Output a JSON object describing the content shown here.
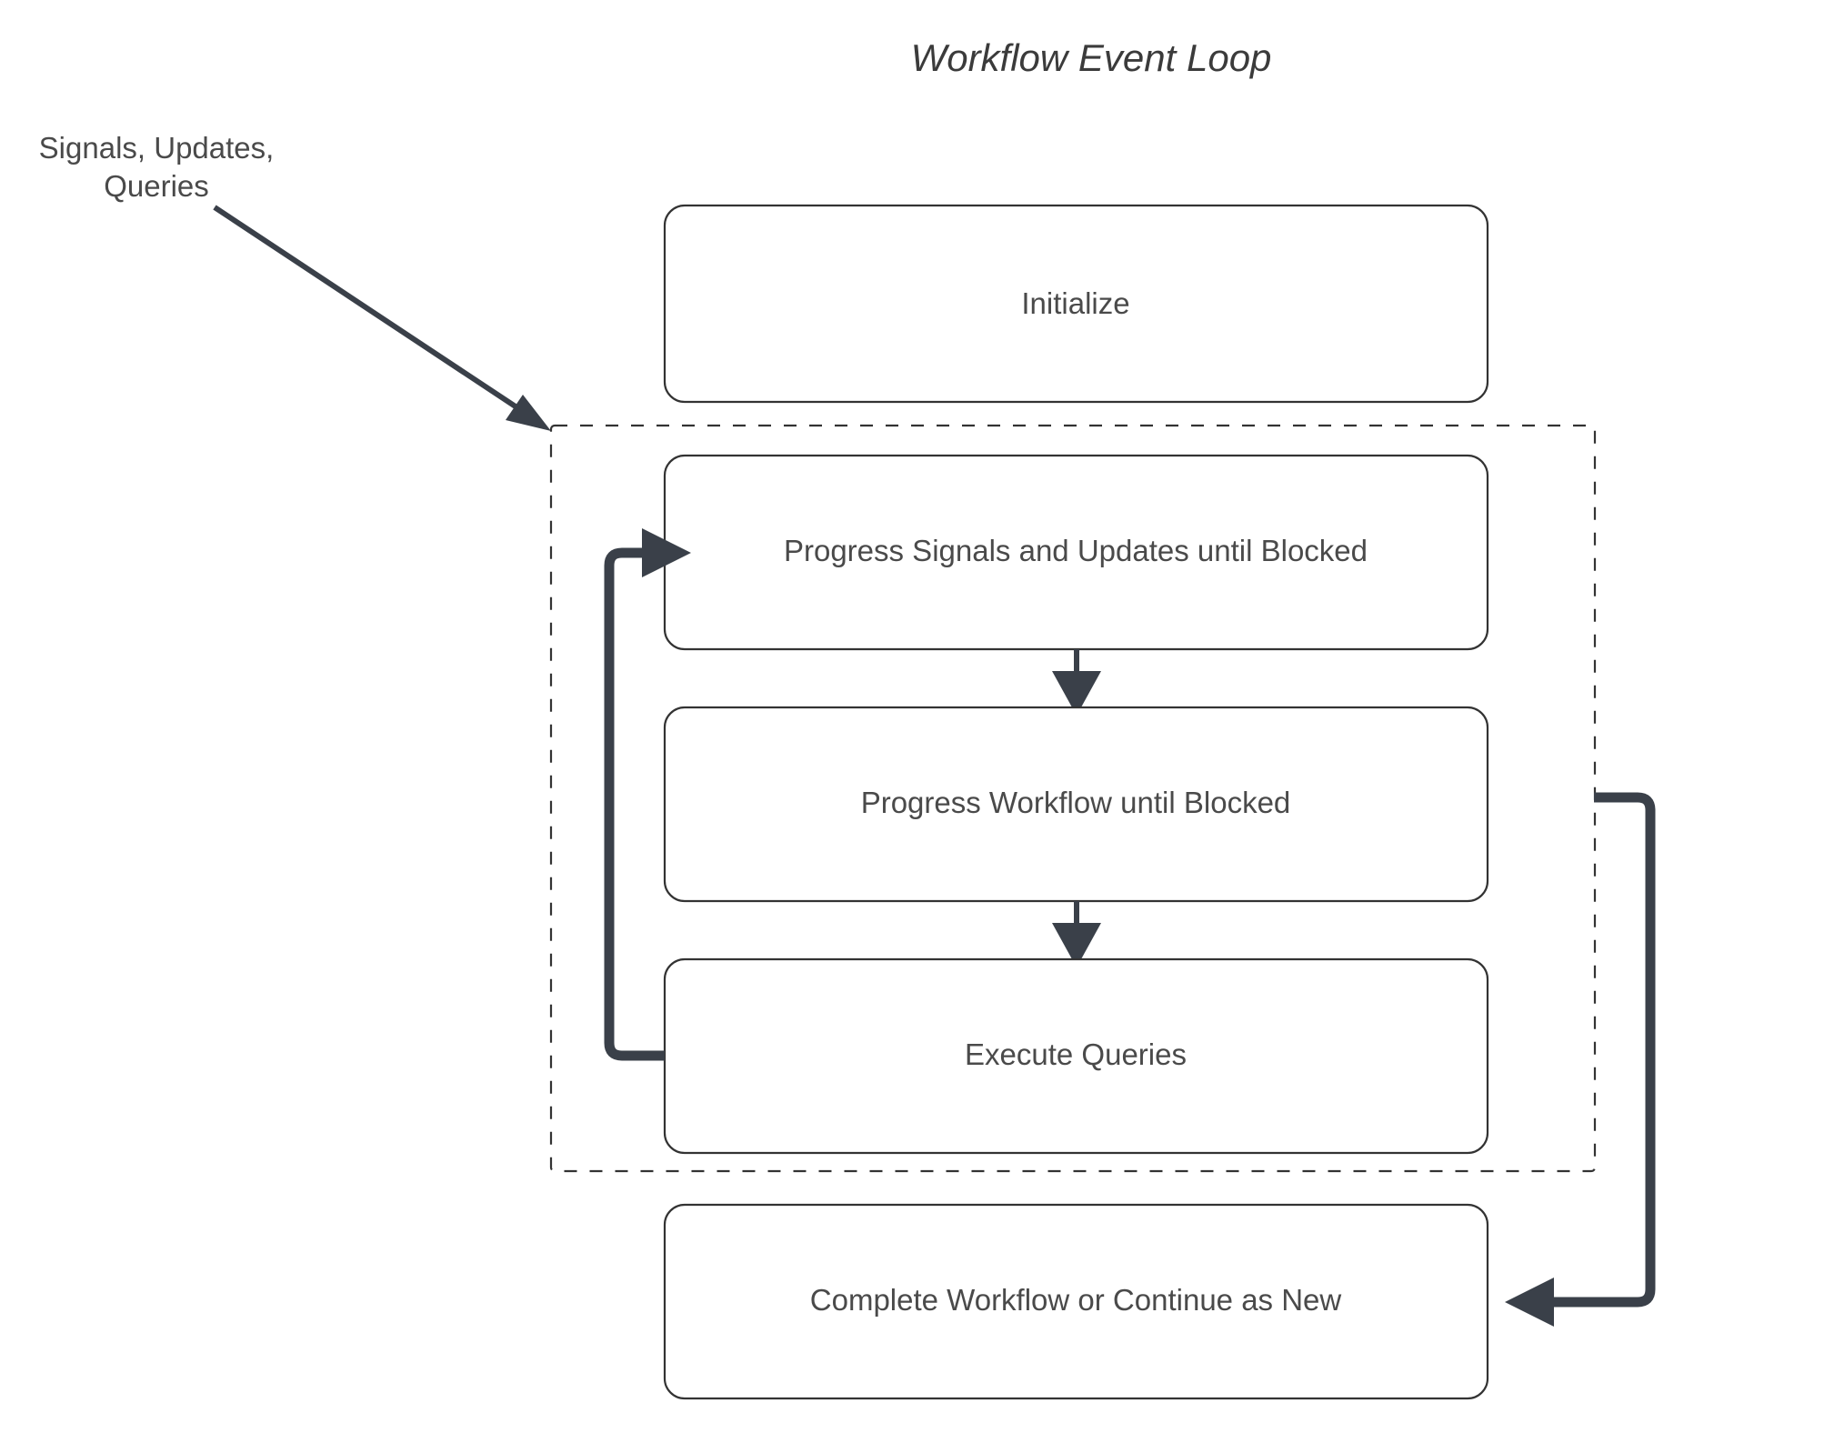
{
  "diagram": {
    "title": "Workflow Event Loop",
    "type": "flowchart",
    "background_color": "#ffffff",
    "line_color": "#3a4049",
    "box_border_color": "#333333",
    "text_color": "#4a4a4a",
    "external_input_label": {
      "line1": "Signals, Updates,",
      "line2": "Queries"
    },
    "nodes": [
      {
        "id": "initialize",
        "label": "Initialize"
      },
      {
        "id": "progress-signals",
        "label": "Progress Signals and Updates until Blocked"
      },
      {
        "id": "progress-workflow",
        "label": "Progress Workflow until Blocked"
      },
      {
        "id": "execute-queries",
        "label": "Execute Queries"
      },
      {
        "id": "complete-workflow",
        "label": "Complete Workflow or Continue as New"
      }
    ],
    "loop_group": {
      "style": "dashed",
      "contains": [
        "progress-signals",
        "progress-workflow",
        "execute-queries"
      ]
    },
    "edges": [
      {
        "from": "external-input",
        "to": "loop-group",
        "style": "diagonal-arrow"
      },
      {
        "from": "progress-signals",
        "to": "progress-workflow",
        "style": "down-arrow"
      },
      {
        "from": "progress-workflow",
        "to": "execute-queries",
        "style": "down-arrow"
      },
      {
        "from": "execute-queries",
        "to": "progress-signals",
        "style": "left-loop-back"
      },
      {
        "from": "loop-group",
        "to": "complete-workflow",
        "style": "right-loop-exit"
      }
    ]
  }
}
